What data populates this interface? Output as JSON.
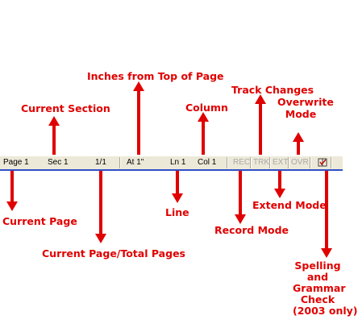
{
  "status_bar": {
    "page": "Page 1",
    "section": "Sec 1",
    "page_of_total": "1/1",
    "at": "At 1\"",
    "line": "Ln 1",
    "column": "Col 1",
    "rec": "REC",
    "trk": "TRK",
    "ext": "EXT",
    "ovr": "OVR",
    "spelling_icon": "spelling-grammar-book-icon"
  },
  "callouts": {
    "inches_from_top": "Inches from Top of Page",
    "current_section": "Current Section",
    "track_changes": "Track Changes",
    "column": "Column",
    "overwrite_mode": [
      "Overwrite",
      "Mode"
    ],
    "current_page": "Current Page",
    "current_page_total": "Current Page/Total Pages",
    "line": "Line",
    "extend_mode": "Extend Mode",
    "record_mode": "Record Mode",
    "spelling_grammar": [
      "Spelling",
      "and",
      "Grammar",
      "Check",
      "(2003 only)"
    ]
  },
  "colors": {
    "annotation": "#e00000",
    "statusbar_bg": "#ece9d8",
    "statusbar_border": "#3050c8",
    "disabled_text": "#a8a8a8"
  }
}
